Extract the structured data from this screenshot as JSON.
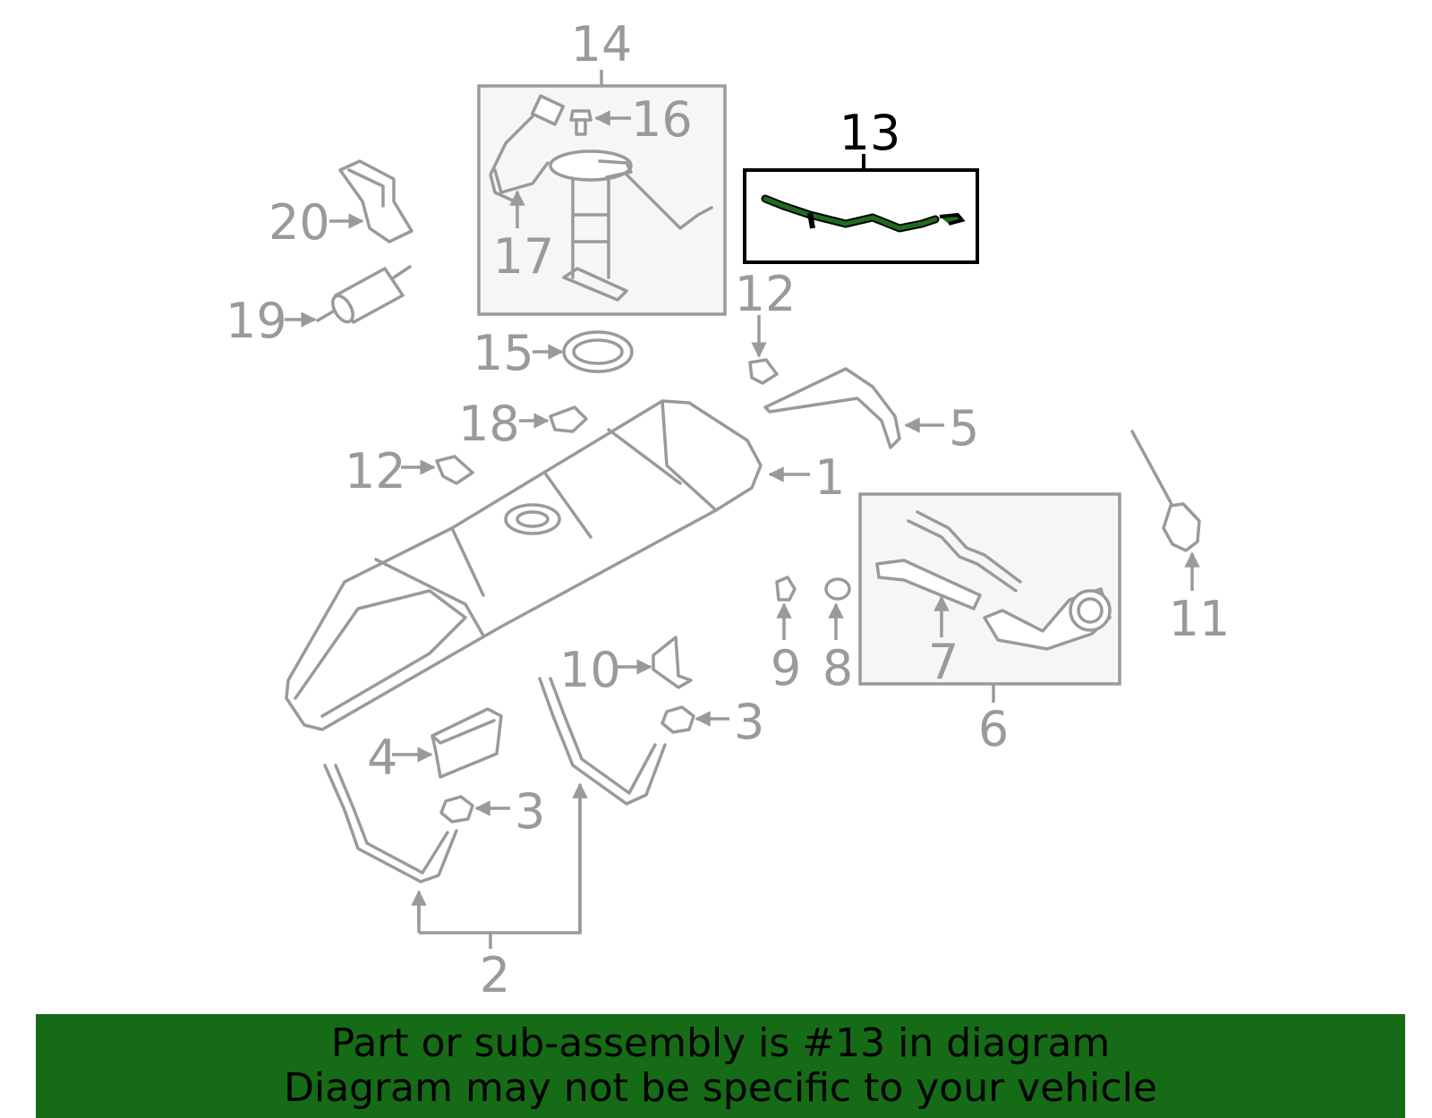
{
  "callouts": {
    "c1": "1",
    "c2": "2",
    "c3a": "3",
    "c3b": "3",
    "c4": "4",
    "c5": "5",
    "c6": "6",
    "c7": "7",
    "c8": "8",
    "c9": "9",
    "c10": "10",
    "c11": "11",
    "c12a": "12",
    "c12b": "12",
    "c13": "13",
    "c14": "14",
    "c15": "15",
    "c16": "16",
    "c17": "17",
    "c18": "18",
    "c19": "19",
    "c20": "20"
  },
  "highlight_part": "13",
  "colors": {
    "line_gray": "#9a9a9a",
    "highlight_green": "#1e6b1e",
    "banner_bg": "#166b16",
    "box_fill": "#f6f6f6"
  },
  "banner": {
    "line1": "Part or sub-assembly is #13 in diagram",
    "line2": "Diagram may not be specific to your vehicle"
  }
}
